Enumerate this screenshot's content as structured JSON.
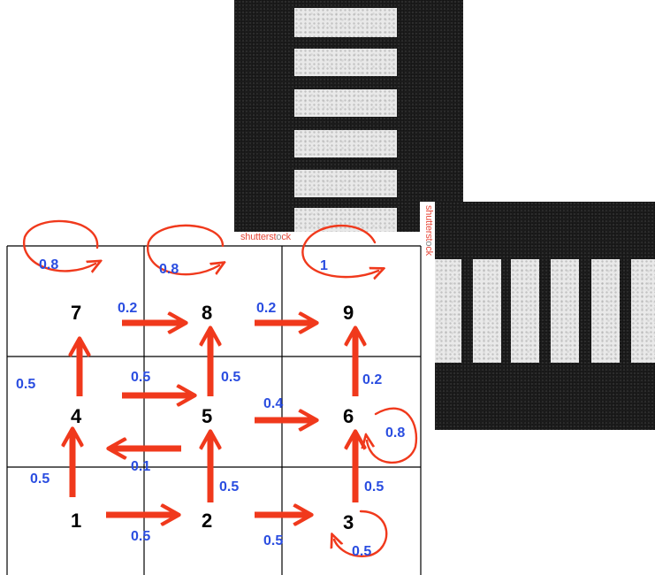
{
  "watermark": {
    "text_a": "shutterst",
    "text_b": "ck"
  },
  "states": [
    "1",
    "2",
    "3",
    "4",
    "5",
    "6",
    "7",
    "8",
    "9"
  ],
  "colors": {
    "arrow": "#f0391c",
    "probability": "#2a4de0",
    "grid": "#000000",
    "asphalt": "#1e1e1e",
    "stripe": "#e9e9e9"
  },
  "transitions": {
    "s7_self": "0.8",
    "s8_self": "0.8",
    "s9_self": "1",
    "s7_to_s8": "0.2",
    "s8_to_s9": "0.2",
    "s4_to_s7": "0.5",
    "s4_to_s5": "0.5",
    "s5_to_s8": "0.5",
    "s5_to_s6": "0.4",
    "s6_to_s9": "0.2",
    "s6_self": "0.8",
    "s5_to_s4": "0.1",
    "s1_to_s4": "0.5",
    "s2_to_s5": "0.5",
    "s3_to_s6": "0.5",
    "s1_to_s2": "0.5",
    "s2_to_s3": "0.5",
    "s3_self": "0.5"
  }
}
